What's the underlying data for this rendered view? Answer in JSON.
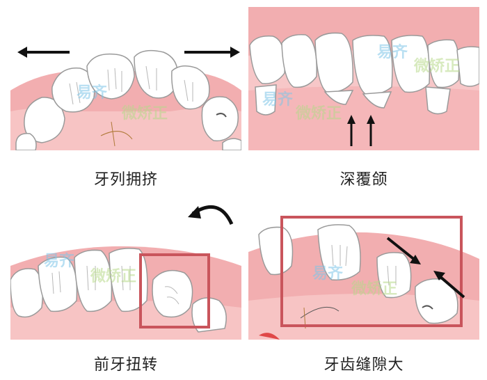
{
  "panels": [
    {
      "id": "crowding",
      "caption": "牙列拥挤"
    },
    {
      "id": "deep-bite",
      "caption": "深覆颌"
    },
    {
      "id": "rotation",
      "caption": "前牙扭转"
    },
    {
      "id": "spacing",
      "caption": "牙齿缝隙大"
    }
  ],
  "watermark": {
    "part1": "易齐",
    "part2": "微矫正"
  },
  "colors": {
    "gum": "#f2aeb0",
    "gum_dark": "#e58f93",
    "tooth": "#ffffff",
    "tooth_outline": "#9a9a9a",
    "highlight_box": "#c9555c",
    "watermark_blue": "#7fc6e8",
    "watermark_green": "#b7d98a"
  }
}
